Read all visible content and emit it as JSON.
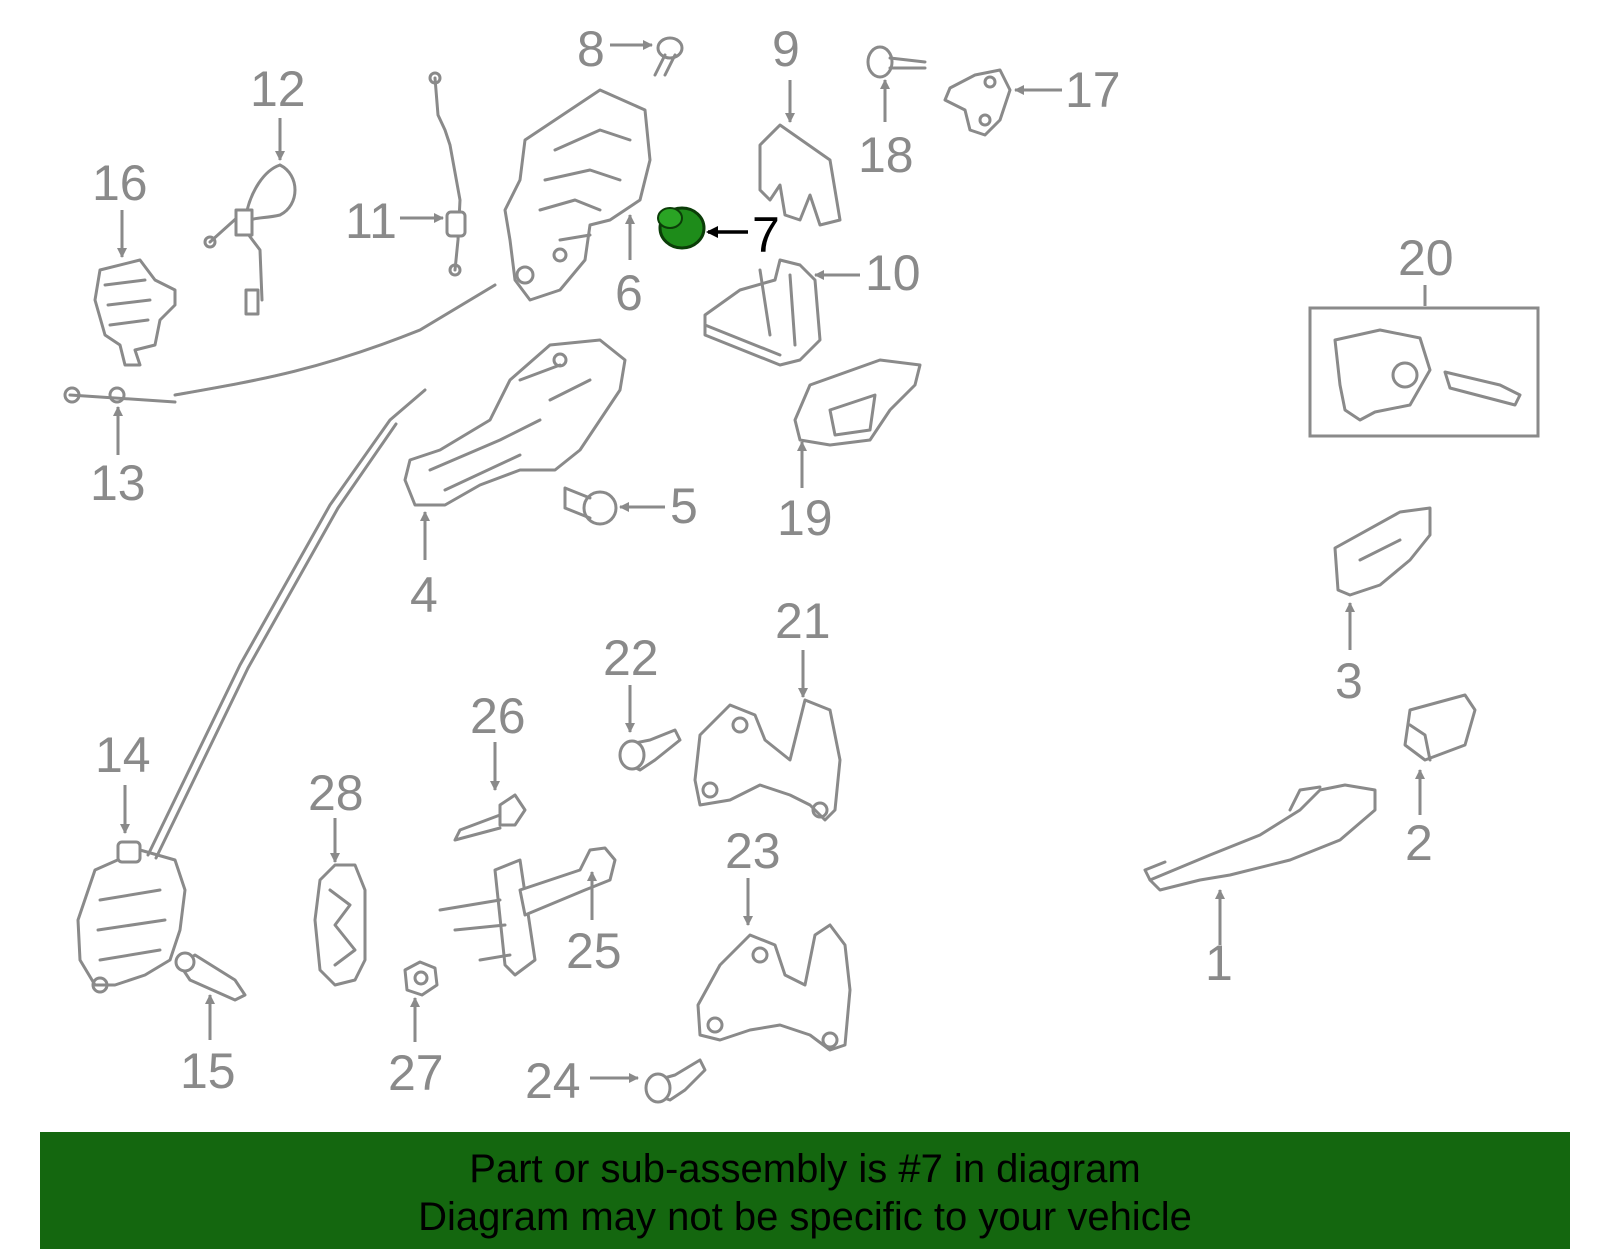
{
  "callouts": [
    "1",
    "2",
    "3",
    "4",
    "5",
    "6",
    "7",
    "8",
    "9",
    "10",
    "11",
    "12",
    "13",
    "14",
    "15",
    "16",
    "17",
    "18",
    "19",
    "20",
    "21",
    "22",
    "23",
    "24",
    "25",
    "26",
    "27",
    "28"
  ],
  "highlight": {
    "callout": "7",
    "color": "#1e8c1a"
  },
  "banner": {
    "line1": "Part or sub-assembly is #7 in diagram",
    "line2": "Diagram may not be specific to your vehicle",
    "background": "#14670f"
  }
}
